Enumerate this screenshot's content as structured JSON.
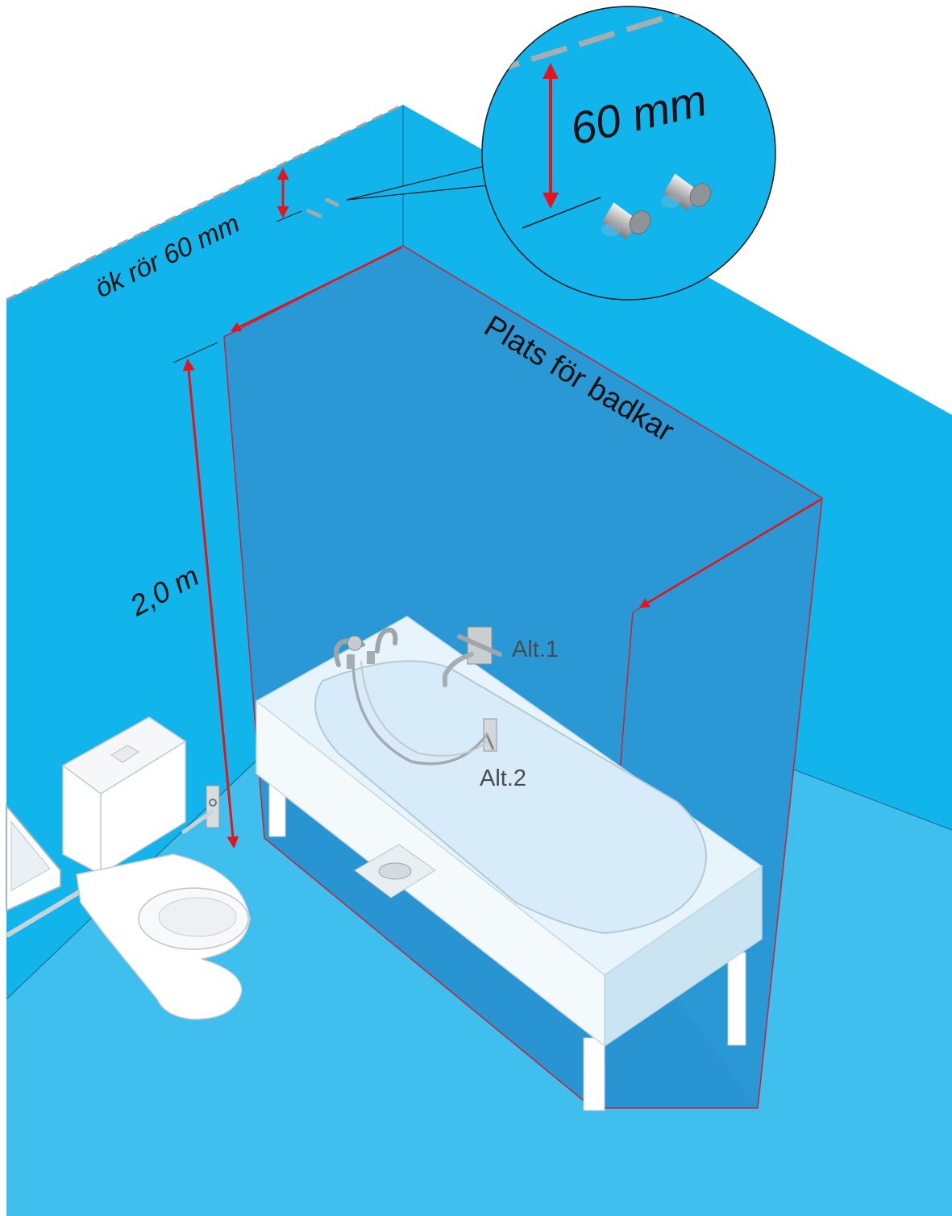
{
  "labels": {
    "pipe_spacing": "ök rör 60 mm",
    "zoom_distance": "60 mm",
    "bathtub_space": "Plats för badkar",
    "height": "2,0 m",
    "alt1": "Alt.1",
    "alt2": "Alt.2"
  },
  "colors": {
    "wall_left": "#12b4ec",
    "wall_right": "#12b4ec",
    "floor": "#3fbfee",
    "bath_zone": "#2b98d6",
    "dimension_red": "#e3141b",
    "outline_red": "#c2273a"
  },
  "icons": [
    "toilet-icon",
    "bathtub-icon",
    "tap-icon",
    "shower-hose-icon",
    "pipe-icon",
    "sink-icon",
    "floor-drain-icon"
  ]
}
